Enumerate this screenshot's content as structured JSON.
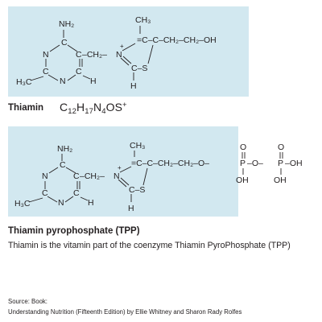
{
  "thiamin": {
    "name": "Thiamin",
    "formula": {
      "c": "C",
      "c_n": "12",
      "h": "H",
      "h_n": "17",
      "n": "N",
      "n_n": "4",
      "os": "OS",
      "charge": "+"
    },
    "tail_label": "–CH₂–CH₂–OH"
  },
  "tpp": {
    "name": "Thiamin pyrophosphate (TPP)",
    "description": "Thiamin is the vitamin part of the coenzyme Thiamin PyroPhosphate (TPP)",
    "tail_label": "–CH₂–CH₂–O–",
    "phosphate": {
      "P": "P",
      "O": "O",
      "OH": "OH",
      "bridge": "–O–",
      "end": "–OH"
    }
  },
  "structure": {
    "pyrimidine": {
      "amino": "NH₂",
      "methyl": "H₃C",
      "N": "N",
      "C": "C",
      "H": "H",
      "linker": "–CH₂–"
    },
    "thiazole": {
      "methyl": "CH₃",
      "N": "N",
      "plus": "+",
      "C": "C",
      "S": "S",
      "H": "H",
      "double_bond": "=C–C",
      "ring_bond": "C–S"
    }
  },
  "source": {
    "line1": "Source: Book:",
    "line2": "Understanding Nutrition (Fifteenth Edition) by Ellie Whitney and Sharon Rady Rolfes"
  },
  "colors": {
    "panel": "#d2e8f0",
    "text": "#231f20"
  }
}
